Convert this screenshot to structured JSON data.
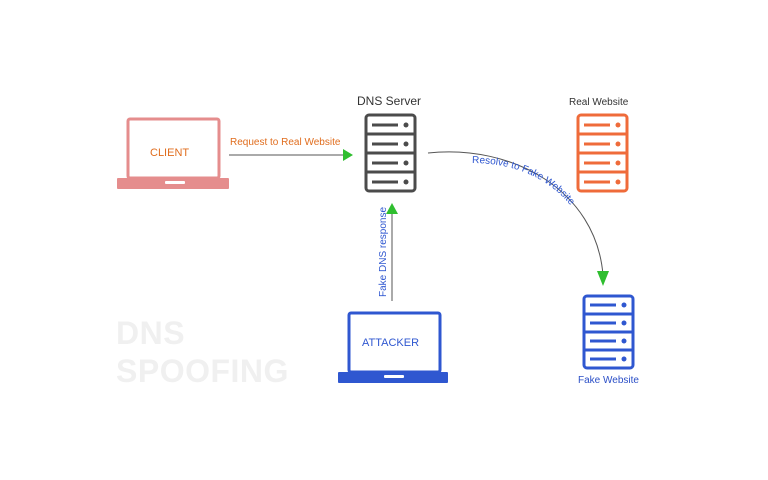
{
  "labels": {
    "client": "CLIENT",
    "attacker": "ATTACKER",
    "dns_server": "DNS Server",
    "real_website": "Real Website",
    "fake_website": "Fake Website",
    "request_to_real_website": "Request to Real Website",
    "fake_dns_response": "Fake DNS response",
    "resolve_to_fake_website": "Resolve to  Fake Website",
    "watermark_line1": "DNS",
    "watermark_line2": "SPOOFING"
  },
  "colors": {
    "client": "#e58d8d",
    "client_text": "#e06d1e",
    "attacker": "#2f57d0",
    "dns_server": "#4b4b4b",
    "real_website": "#ef6b3a",
    "fake_website": "#2f57d0",
    "arrow_green": "#2fbe2f",
    "arrow_gray": "#555555",
    "watermark": "#f0f0f0"
  },
  "icons": {
    "client": "laptop-icon",
    "attacker": "laptop-icon",
    "dns_server": "server-icon",
    "real_website": "server-icon",
    "fake_website": "server-icon"
  }
}
